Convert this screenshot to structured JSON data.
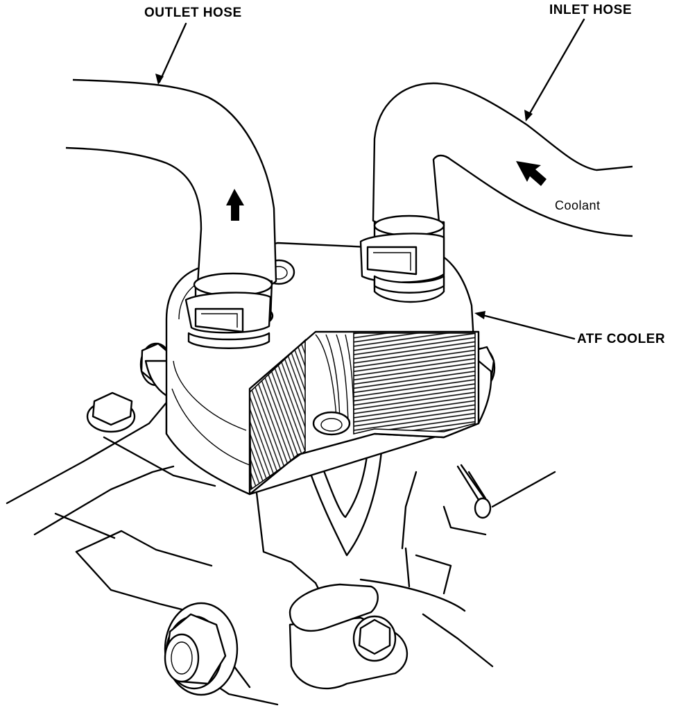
{
  "labels": {
    "outlet_hose": "OUTLET HOSE",
    "inlet_hose": "INLET HOSE",
    "coolant": "Coolant",
    "atf_cooler": "ATF COOLER"
  }
}
